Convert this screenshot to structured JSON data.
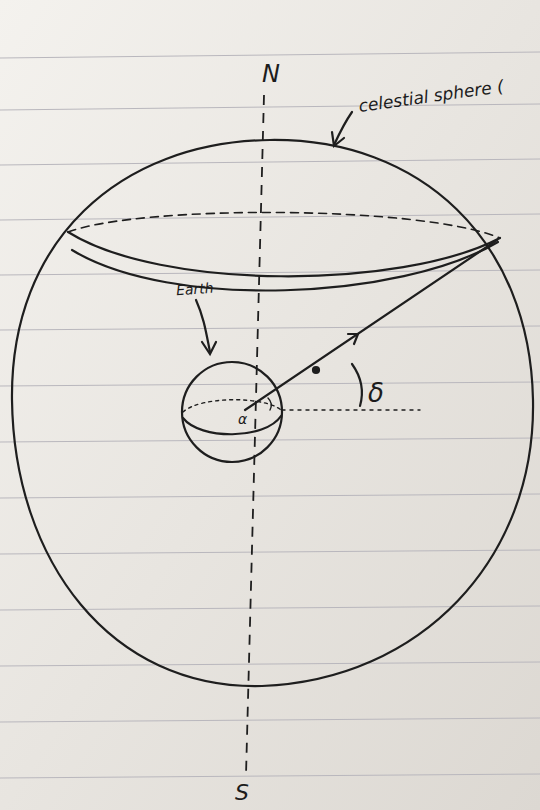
{
  "diagram": {
    "labels": [
      "N",
      "celestial sphere (",
      "Earth",
      "α",
      "δ",
      "S"
    ]
  }
}
